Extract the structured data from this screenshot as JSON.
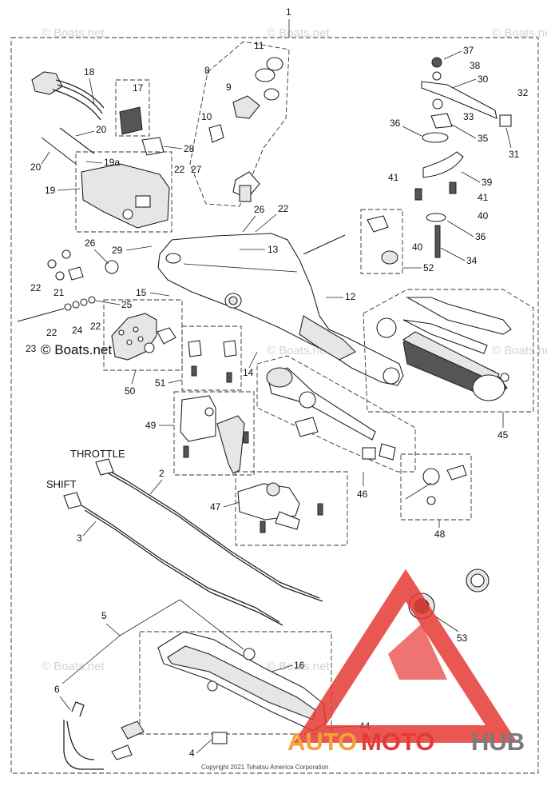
{
  "diagram": {
    "title_callout": "1",
    "cable_labels": {
      "throttle": "THROTTLE",
      "shift": "SHIFT"
    },
    "callouts": [
      "2",
      "3",
      "4",
      "5",
      "6",
      "8",
      "9",
      "10",
      "11",
      "12",
      "13",
      "14",
      "15",
      "16",
      "17",
      "18",
      "19",
      "19a",
      "20",
      "20",
      "21",
      "22",
      "22",
      "22",
      "22",
      "22",
      "23",
      "24",
      "25",
      "26",
      "26",
      "27",
      "28",
      "29",
      "30",
      "31",
      "32",
      "33",
      "34",
      "35",
      "36",
      "36",
      "37",
      "38",
      "39",
      "40",
      "40",
      "41",
      "41",
      "44",
      "45",
      "46",
      "47",
      "48",
      "49",
      "50",
      "51",
      "52",
      "53"
    ],
    "watermarks": [
      "© Boats.net",
      "© Boats.net",
      "© Boats.net",
      "© Boats.net",
      "© Boats.net",
      "© Boats.net",
      "© Boats.net"
    ],
    "main_watermark": "© Boats.net",
    "copyright": "Copyright 2021 Tohatsu America Corporation",
    "logo": {
      "word_auto": "AUTO",
      "word_moto": "MOTO",
      "word_hub": "HUB"
    }
  },
  "colors": {
    "logo_red": "#e53935",
    "logo_orange": "#f2a33a",
    "logo_gray": "#7a7a7a",
    "watermark": "#d4d4d4"
  }
}
